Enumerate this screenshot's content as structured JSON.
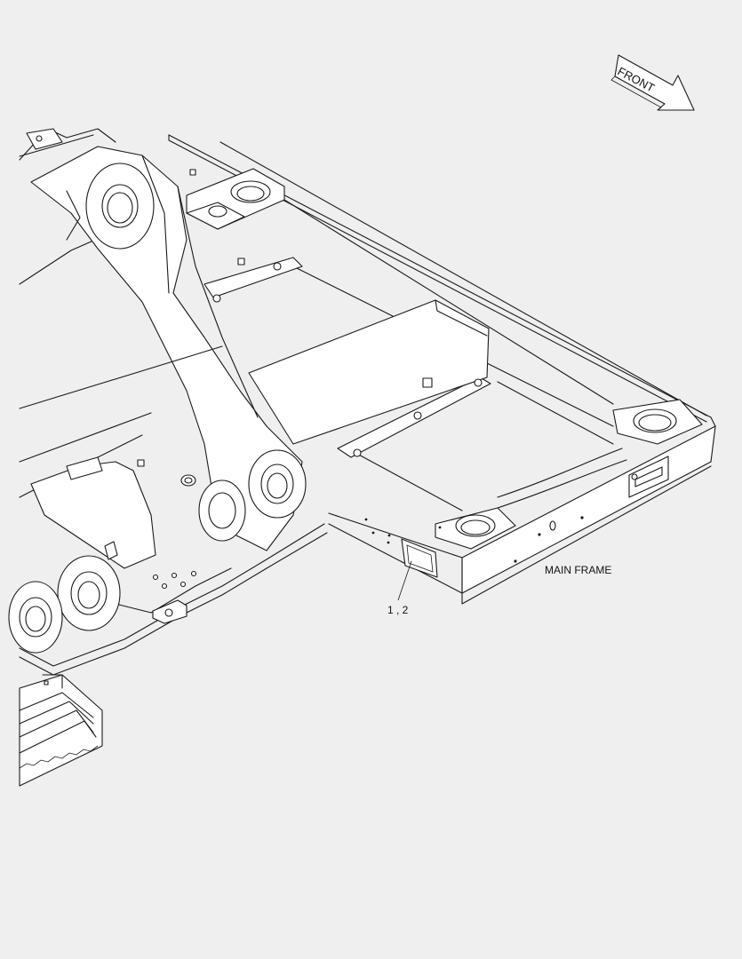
{
  "labels": {
    "direction": "FRONT",
    "part_name": "MAIN FRAME",
    "callout": "1 , 2"
  }
}
